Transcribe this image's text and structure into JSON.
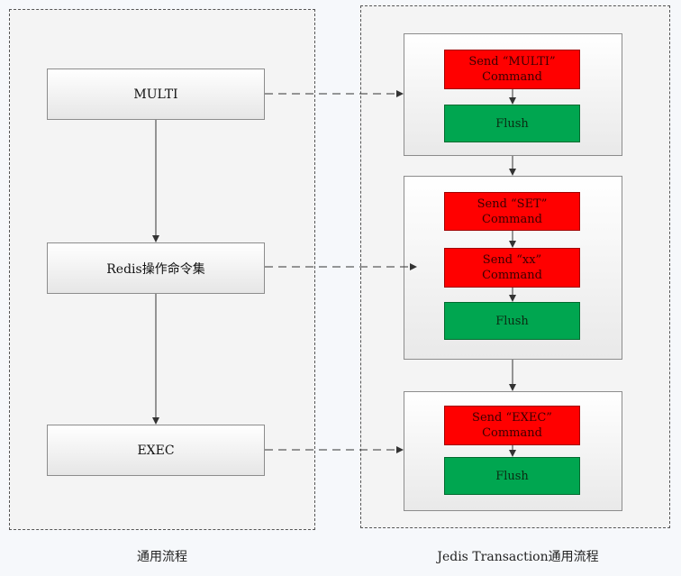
{
  "left_panel": {
    "caption": "通用流程",
    "steps": {
      "multi": "MULTI",
      "commands": "Redis操作命令集",
      "exec": "EXEC"
    }
  },
  "right_panel": {
    "caption": "Jedis Transaction通用流程",
    "group1": {
      "send": "Send “MULTI”\nCommand",
      "flush": "Flush"
    },
    "group2": {
      "send_set": "Send “SET”\nCommand",
      "send_xx": "Send “xx”\nCommand",
      "flush": "Flush"
    },
    "group3": {
      "send": "Send “EXEC”\nCommand",
      "flush": "Flush"
    }
  },
  "colors": {
    "send_fill": "#ff0000",
    "flush_fill": "#00a650",
    "border": "#8c8c8c"
  }
}
